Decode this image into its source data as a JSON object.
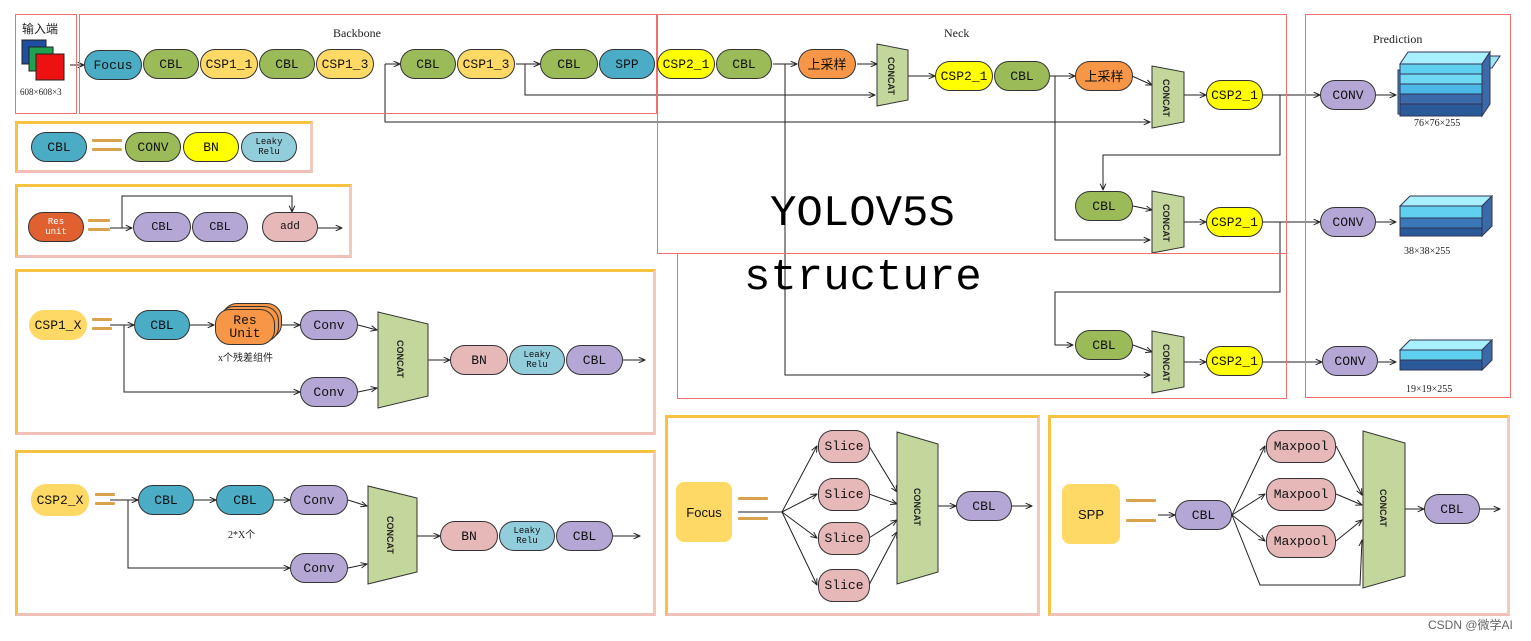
{
  "colors": {
    "cbl_green": "#9bbb59",
    "csp_yellow": "#ffd966",
    "csp2_yellow": "#ffff00",
    "focus_teal": "#4bacc6",
    "upsample_orange": "#f79646",
    "conv_purple": "#b4a7d6",
    "bn_pink": "#e6b8b7",
    "leaky_lightblue": "#92cddc",
    "res_red": "#e06030",
    "concat_green": "#c3d69b",
    "frame_red": "#f07070",
    "frame_gold": "#f5c242"
  },
  "input": {
    "title": "输入端",
    "size_label": "608×608×3"
  },
  "backbone": {
    "title": "Backbone",
    "nodes": [
      "Focus",
      "CBL",
      "CSP1_1",
      "CBL",
      "CSP1_3",
      "CBL",
      "CSP1_3",
      "CBL",
      "SPP"
    ]
  },
  "neck": {
    "title": "Neck",
    "nodes": [
      "CSP2_1",
      "CBL",
      "上采样",
      "CSP2_1",
      "CBL",
      "上采样",
      "CSP2_1",
      "CBL",
      "CSP2_1",
      "CBL",
      "CSP2_1"
    ],
    "concat": "CONCAT"
  },
  "center_title": {
    "line1": "YOLOV5S",
    "line2": "structure"
  },
  "prediction": {
    "title": "Prediction",
    "conv": "CONV",
    "outputs": [
      "76×76×255",
      "38×38×255",
      "19×19×255"
    ]
  },
  "legend_cbl": {
    "head": "CBL",
    "parts": [
      "CONV",
      "BN",
      "Leaky\nRelu"
    ]
  },
  "legend_res": {
    "head": "Res\nunit",
    "parts": [
      "CBL",
      "CBL",
      "add"
    ]
  },
  "legend_csp1": {
    "head": "CSP1_X",
    "cbl": "CBL",
    "res": "Res\nUnit",
    "res_caption": "x个残差组件",
    "conv": "Conv",
    "concat": "CONCAT",
    "bn": "BN",
    "leaky": "Leaky\nRelu",
    "tail": "CBL"
  },
  "legend_csp2": {
    "head": "CSP2_X",
    "cbl": "CBL",
    "caption": "2*X个",
    "conv": "Conv",
    "concat": "CONCAT",
    "bn": "BN",
    "leaky": "Leaky\nRelu",
    "tail": "CBL"
  },
  "legend_focus": {
    "head": "Focus",
    "slice": "Slice",
    "concat": "CONCAT",
    "tail": "CBL"
  },
  "legend_spp": {
    "head": "SPP",
    "cbl": "CBL",
    "pool": "Maxpool",
    "concat": "CONCAT",
    "tail": "CBL"
  },
  "watermark": "CSDN @微学AI"
}
